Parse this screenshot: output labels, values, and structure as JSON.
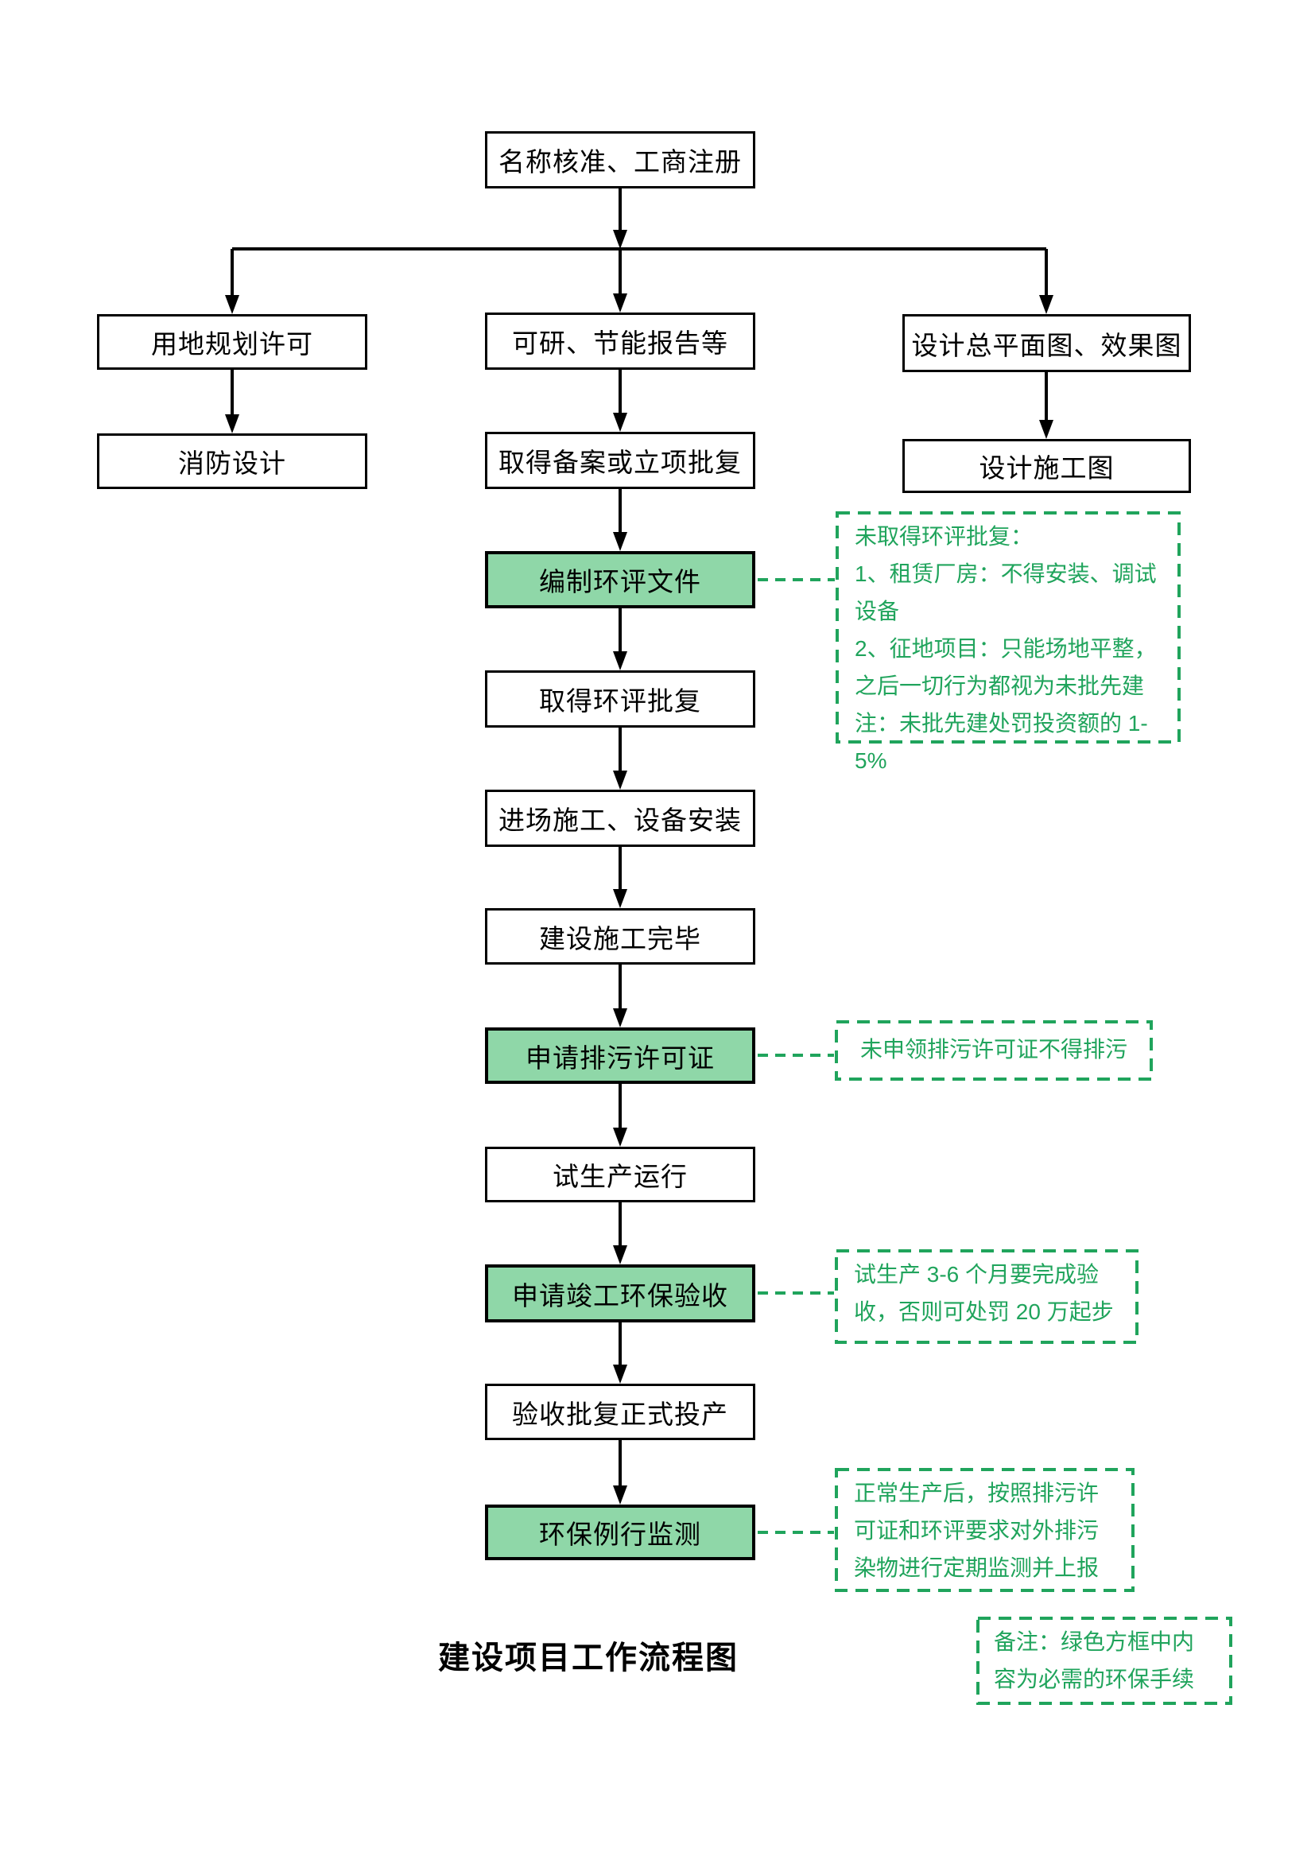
{
  "title": "建设项目工作流程图",
  "colors": {
    "green_fill": "#8FD7A8",
    "green_line": "#20A45C",
    "line_black": "#000000"
  },
  "nodes": {
    "top": "名称核准、工商注册",
    "left1": "用地规划许可",
    "left2": "消防设计",
    "right1": "设计总平面图、效果图",
    "right2": "设计施工图",
    "c1": "可研、节能报告等",
    "c2": "取得备案或立项批复",
    "c3": "编制环评文件",
    "c4": "取得环评批复",
    "c5": "进场施工、设备安装",
    "c6": "建设施工完毕",
    "c7": "申请排污许可证",
    "c8": "试生产运行",
    "c9": "申请竣工环保验收",
    "c10": "验收批复正式投产",
    "c11": "环保例行监测"
  },
  "annotations": {
    "eia": {
      "lines": {
        "0": "未取得环评批复：",
        "1": "1、租赁厂房：不得安装、调试",
        "2": "设备",
        "3": "2、征地项目：只能场地平整，",
        "4": "之后一切行为都视为未批先建",
        "5": "注：未批先建处罚投资额的 1-5%"
      }
    },
    "discharge": {
      "lines": {
        "0": "未申领排污许可证不得排污"
      }
    },
    "acceptance": {
      "lines": {
        "0": "试生产 3-6 个月要完成验",
        "1": "收，否则可处罚 20 万起步"
      }
    },
    "monitoring": {
      "lines": {
        "0": "正常生产后，按照排污许",
        "1": "可证和环评要求对外排污",
        "2": "染物进行定期监测并上报"
      }
    },
    "note": {
      "lines": {
        "0": "备注：绿色方框中内",
        "1": "容为必需的环保手续"
      }
    }
  }
}
